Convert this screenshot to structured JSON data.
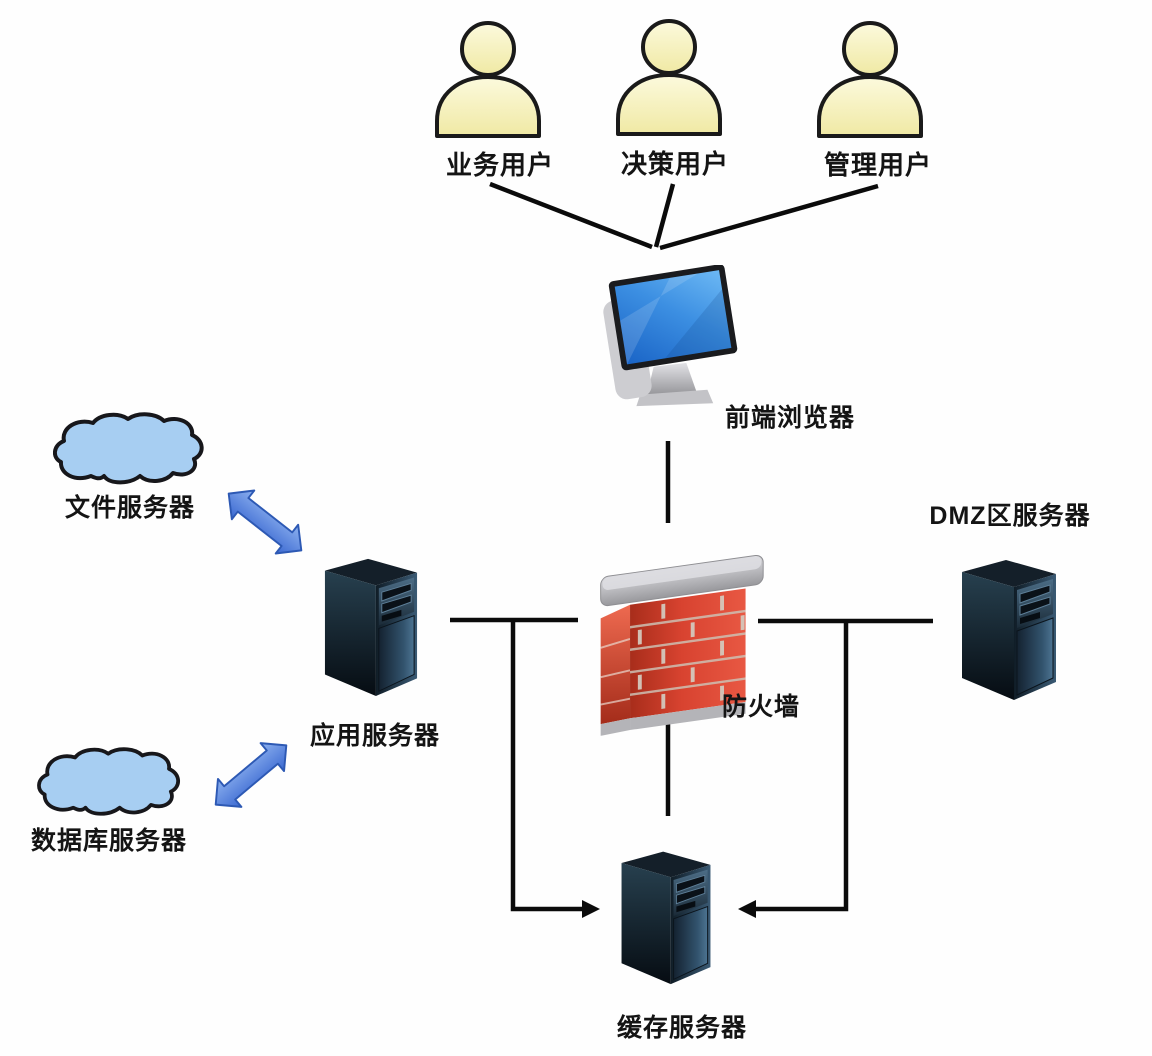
{
  "diagram": {
    "users": [
      {
        "label": "业务用户"
      },
      {
        "label": "决策用户"
      },
      {
        "label": "管理用户"
      }
    ],
    "browser": {
      "label": "前端浏览器"
    },
    "firewall": {
      "label": "防火墙"
    },
    "app_server": {
      "label": "应用服务器"
    },
    "dmz_server": {
      "label": "DMZ区服务器"
    },
    "cache_server": {
      "label": "缓存服务器"
    },
    "file_server": {
      "label": "文件服务器"
    },
    "db_server": {
      "label": "数据库服务器"
    },
    "edges": [
      {
        "from": "业务用户",
        "to": "前端浏览器",
        "style": "line"
      },
      {
        "from": "决策用户",
        "to": "前端浏览器",
        "style": "line"
      },
      {
        "from": "管理用户",
        "to": "前端浏览器",
        "style": "line"
      },
      {
        "from": "前端浏览器",
        "to": "防火墙",
        "style": "line"
      },
      {
        "from": "应用服务器",
        "to": "防火墙",
        "style": "line"
      },
      {
        "from": "防火墙",
        "to": "DMZ区服务器",
        "style": "line"
      },
      {
        "from": "防火墙",
        "to": "缓存服务器",
        "style": "line"
      },
      {
        "from": "应用服务器",
        "to": "缓存服务器",
        "style": "arrow"
      },
      {
        "from": "DMZ区服务器",
        "to": "缓存服务器",
        "style": "arrow"
      },
      {
        "from": "文件服务器",
        "to": "应用服务器",
        "style": "double-arrow"
      },
      {
        "from": "数据库服务器",
        "to": "应用服务器",
        "style": "double-arrow"
      }
    ]
  },
  "colors": {
    "background": "#fefefe",
    "line": "#0b0b0b",
    "label_text": "#141414",
    "user_yellow": "#f7f3bc",
    "cloud_blue": "#a7cef2",
    "arrow_blue": "#4f7fdd",
    "screen_blue": "#2f7fd8",
    "brick_red": "#d43a28",
    "cap_gray": "#bcbcc0",
    "server_navy": "#16242f"
  }
}
